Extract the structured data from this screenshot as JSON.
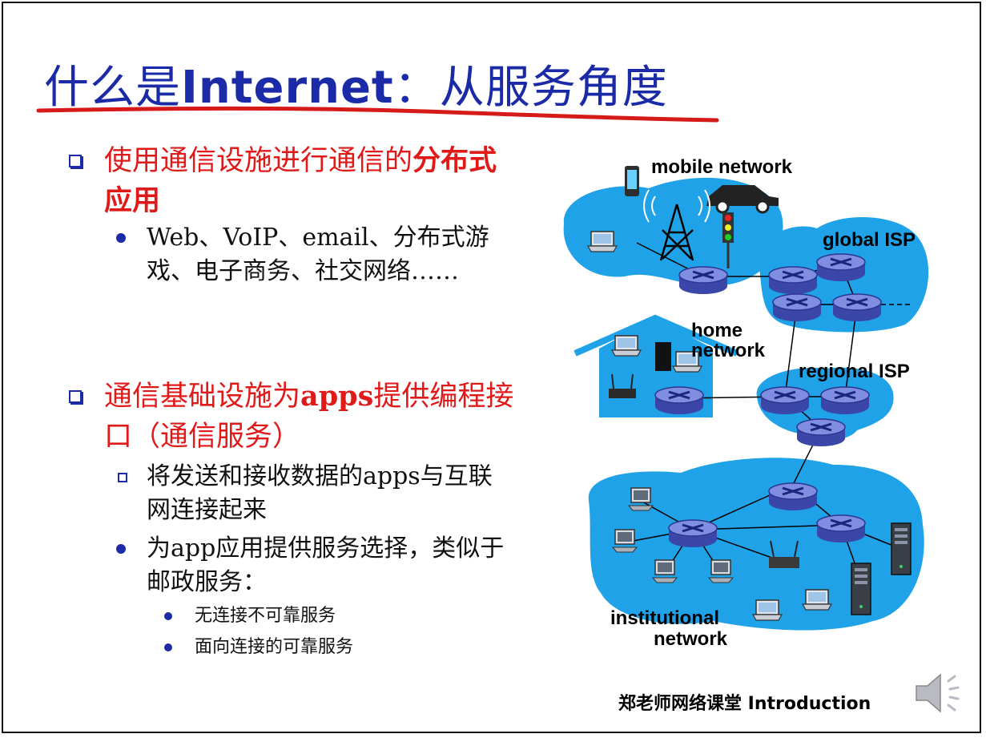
{
  "slide": {
    "title_cn_prefix": "什么是",
    "title_en": "Internet",
    "title_cn_suffix": "：从服务角度",
    "section1": {
      "text_a": "使用通信设施进行通信的",
      "text_b": "分布式应用"
    },
    "section1_items": {
      "examples": "Web、VoIP、email、分布式游戏、电子商务、社交网络……"
    },
    "section2": {
      "text_a": "通信基础设施为",
      "text_b": "apps",
      "text_c": "提供编程接口（通信服务）"
    },
    "section2_items": {
      "item1": "将发送和接收数据的apps与互联网连接起来",
      "item2": "为app应用提供服务选择，类似于邮政服务：",
      "sub1": "无连接不可靠服务",
      "sub2": "面向连接的可靠服务"
    },
    "footer": "郑老师网络课堂   Introduction"
  },
  "diagram": {
    "mobile_network": "mobile network",
    "global_isp": "global ISP",
    "home_network_1": "home",
    "home_network_2": "network",
    "regional_isp": "regional ISP",
    "institutional_1": "institutional",
    "institutional_2": "network"
  },
  "colors": {
    "title": "#1b2aa6",
    "heading": "#e01919",
    "network_blue": "#1fa2e8",
    "router": "#4a5ac0"
  }
}
